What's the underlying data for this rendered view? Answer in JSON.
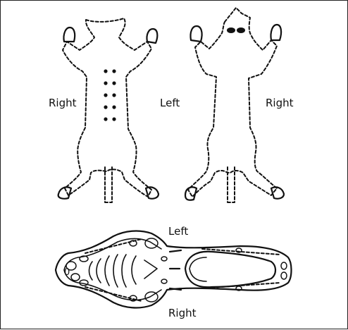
{
  "labels": {
    "dorsal_right": "Right",
    "middle_left": "Left",
    "ventral_right": "Right",
    "skull_left": "Left",
    "skull_right": "Right"
  }
}
